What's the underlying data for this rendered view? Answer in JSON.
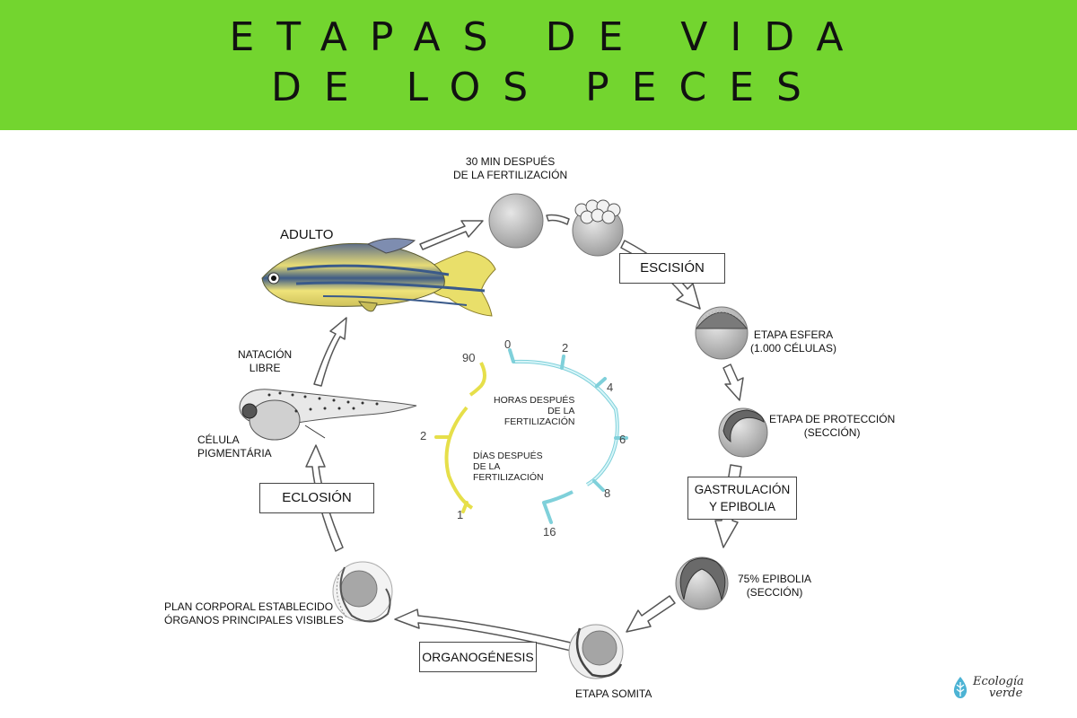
{
  "header": {
    "title_line1": "ETAPAS DE VIDA",
    "title_line2": "DE LOS PECES",
    "bg_color": "#73d52f"
  },
  "stages": {
    "fertilization": "30 MIN DESPUÉS\nDE LA FERTILIZACIÓN",
    "sphere": "ETAPA ESFERA\n(1.000 CÉLULAS)",
    "shield": "ETAPA DE PROTECCIÓN\n(SECCIÓN)",
    "epiboly": "75% EPIBOLIA\n(SECCIÓN)",
    "somite": "ETAPA SOMITA",
    "body_plan": "PLAN CORPORAL ESTABLECIDO\nÓRGANOS PRINCIPALES VISIBLES",
    "pigment_cell": "CÉLULA\nPIGMENTÁRIA",
    "free_swimming": "NATACIÓN\nLIBRE",
    "adult": "ADULTO"
  },
  "phases": {
    "cleavage": "ESCISIÓN",
    "gastrulation": "GASTRULACIÓN\nY EPIBOLIA",
    "organogenesis": "ORGANOGÉNESIS",
    "hatching": "ECLOSIÓN"
  },
  "timeline": {
    "hours_label": "HORAS DESPUÉS\nDE LA\nFERTILIZACIÓN",
    "days_label": "DÍAS DESPUÉS\nDE LA\nFERTILIZACIÓN",
    "hour_ticks": [
      "0",
      "2",
      "4",
      "6",
      "8",
      "16"
    ],
    "day_ticks": [
      "90",
      "2",
      "1"
    ],
    "hours_color": "#aeeaf0",
    "days_color": "#f3ef7a"
  },
  "brand": {
    "line1": "Ecología",
    "line2": "verde",
    "icon": "leaf-drop-icon"
  }
}
